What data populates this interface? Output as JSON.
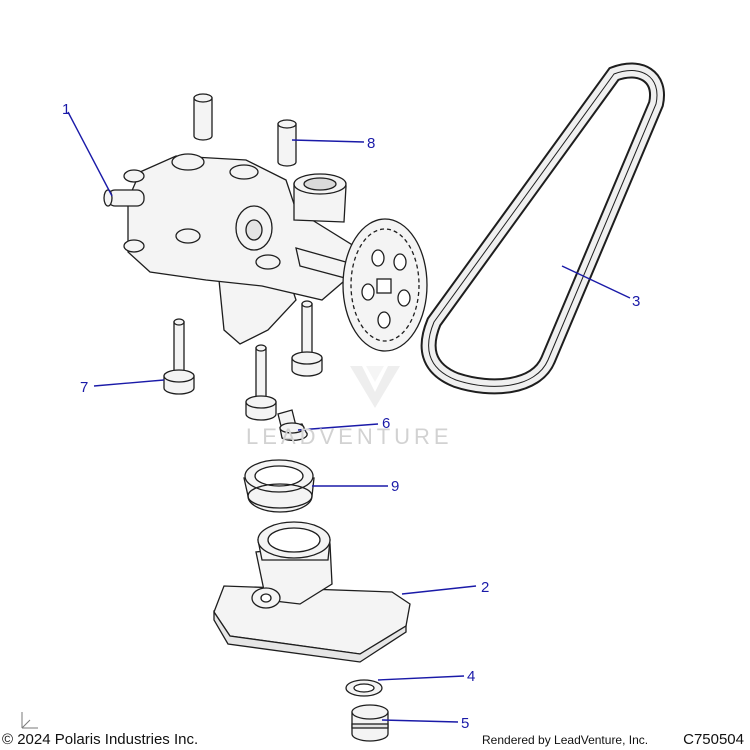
{
  "watermark": {
    "brand": "LEADVENTURE"
  },
  "callouts": [
    {
      "number": "1"
    },
    {
      "number": "2"
    },
    {
      "number": "3"
    },
    {
      "number": "4"
    },
    {
      "number": "5"
    },
    {
      "number": "6"
    },
    {
      "number": "7"
    },
    {
      "number": "8"
    },
    {
      "number": "9"
    }
  ],
  "footer": {
    "copyright": "© 2024 Polaris Industries Inc.",
    "rendered_by": "Rendered by LeadVenture, Inc.",
    "diagram_code": "C750504"
  },
  "colors": {
    "callout": "#1a1aa8",
    "part_stroke": "#1e1e1e",
    "part_fill": "#f4f4f4"
  }
}
